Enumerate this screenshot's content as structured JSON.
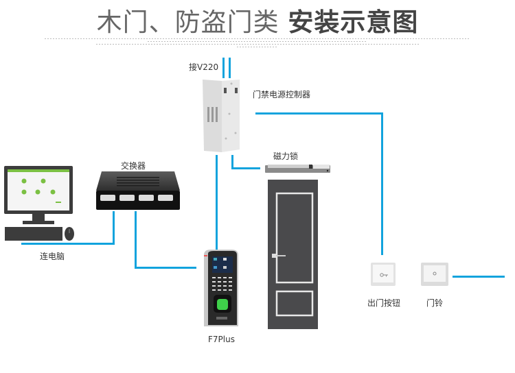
{
  "title": {
    "light": "木门、防盗门类",
    "bold": "安装示意图"
  },
  "diagram": {
    "wire_color": "#11a3dd",
    "nodes": [
      {
        "id": "power-input",
        "label": "接V220"
      },
      {
        "id": "power-controller",
        "label": "门禁电源控制器"
      },
      {
        "id": "magnetic-lock",
        "label": "磁力锁"
      },
      {
        "id": "switch",
        "label": "交换器"
      },
      {
        "id": "computer",
        "label": "连电脑"
      },
      {
        "id": "access-terminal",
        "label": "F7Plus"
      },
      {
        "id": "exit-button",
        "label": "出门按钮"
      },
      {
        "id": "doorbell",
        "label": "门铃"
      },
      {
        "id": "door",
        "label": ""
      }
    ],
    "connections": [
      {
        "from": "power-input",
        "to": "power-controller"
      },
      {
        "from": "power-controller",
        "to": "magnetic-lock"
      },
      {
        "from": "power-controller",
        "to": "access-terminal"
      },
      {
        "from": "power-controller",
        "to": "exit-button"
      },
      {
        "from": "switch",
        "to": "computer"
      },
      {
        "from": "switch",
        "to": "access-terminal"
      },
      {
        "from": "doorbell",
        "to": "external"
      }
    ]
  }
}
